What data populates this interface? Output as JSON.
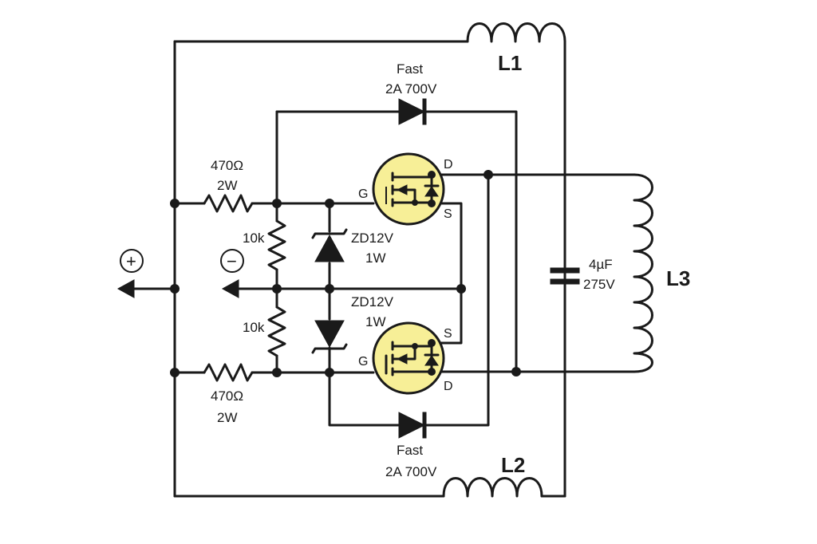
{
  "inductors": {
    "l1": "L1",
    "l2": "L2",
    "l3": "L3"
  },
  "diode_top": {
    "name": "Fast",
    "rating": "2A 700V"
  },
  "diode_bottom": {
    "name": "Fast",
    "rating": "2A 700V"
  },
  "resistor_top": {
    "value": "470Ω",
    "power": "2W"
  },
  "resistor_bottom": {
    "value": "470Ω",
    "power": "2W"
  },
  "resistor_10k_top": "10k",
  "resistor_10k_bottom": "10k",
  "zener_top": {
    "type": "ZD12V",
    "power": "1W"
  },
  "zener_bottom": {
    "type": "ZD12V",
    "power": "1W"
  },
  "capacitor": {
    "value": "4µF",
    "voltage": "275V"
  },
  "mosfet_top_pins": {
    "gate": "G",
    "drain": "D",
    "source": "S"
  },
  "mosfet_bottom_pins": {
    "gate": "G",
    "drain": "D",
    "source": "S"
  },
  "terminals": {
    "positive": "+",
    "negative": "−"
  },
  "colors": {
    "mosfet_fill": "#f7ef97",
    "wire": "#1a1a1a"
  }
}
